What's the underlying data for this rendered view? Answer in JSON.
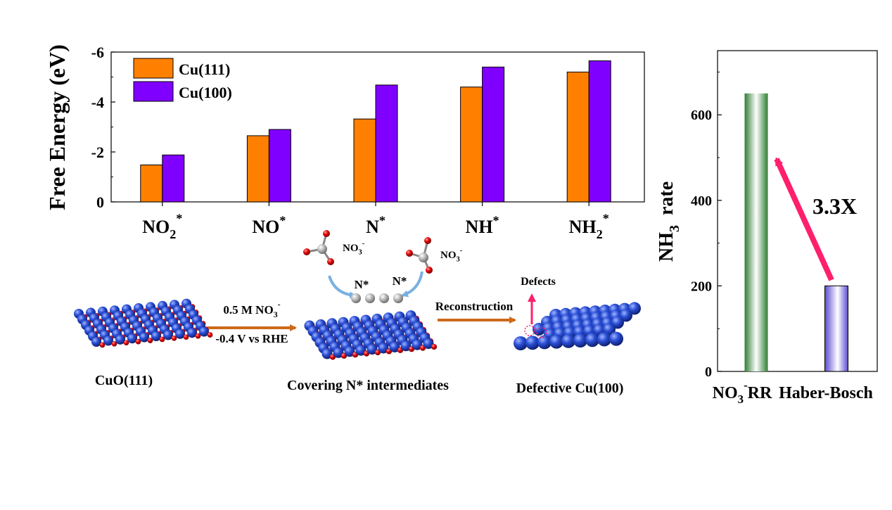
{
  "chart_data": [
    {
      "type": "bar",
      "title": "",
      "ylabel": "Free Energy (eV)",
      "xlabel": "",
      "categories": [
        {
          "base": "NO",
          "sub": "2",
          "sup": "*"
        },
        {
          "base": "NO",
          "sub": "",
          "sup": "*"
        },
        {
          "base": "N",
          "sub": "",
          "sup": "*"
        },
        {
          "base": "NH",
          "sub": "",
          "sup": "*"
        },
        {
          "base": "NH",
          "sub": "2",
          "sup": "*"
        }
      ],
      "series": [
        {
          "name": "Cu(111)",
          "color": "#ff8000",
          "values": [
            -1.48,
            -2.65,
            -3.32,
            -4.6,
            -5.2
          ]
        },
        {
          "name": "Cu(100)",
          "color": "#8000ff",
          "values": [
            -1.88,
            -2.9,
            -4.68,
            -5.4,
            -5.65
          ]
        }
      ],
      "ylim": [
        0,
        -6
      ],
      "yticks": [
        0,
        -2,
        -4,
        -6
      ],
      "ytick_labels": [
        "0",
        "-2",
        "-4",
        "-6"
      ],
      "inverted_y": true,
      "legend": "top-left",
      "grid": false
    },
    {
      "type": "bar",
      "title": "",
      "ylabel": {
        "base": "NH",
        "sub": "3",
        "rest": " rate"
      },
      "xlabel": "",
      "categories": [
        {
          "base": "NO",
          "sub": "3",
          "sup": "-",
          "rest": "RR"
        },
        {
          "base": "Haber-Bosch",
          "sub": "",
          "sup": "",
          "rest": ""
        }
      ],
      "values": [
        650,
        200
      ],
      "colors": [
        "#2e7d32",
        "#6a5acd"
      ],
      "ylim": [
        0,
        750
      ],
      "yticks": [
        0,
        200,
        400,
        600
      ],
      "annotation": {
        "text": "3.3X",
        "color": "#ff0000",
        "arrow_color": "#ff1f6d"
      },
      "legend": "none",
      "grid": false
    }
  ],
  "diagram": {
    "stage1_label": "CuO(111)",
    "arrow1_top": {
      "base": "0.5 M NO",
      "sub": "3",
      "sup": "-"
    },
    "arrow1_bottom": "-0.4 V vs RHE",
    "nitrate_label": {
      "base": "NO",
      "sub": "3",
      "sup": "-"
    },
    "n_star_label": "N*",
    "stage2_label": "Covering N* intermediates",
    "arrow2_label": "Reconstruction",
    "defects_label": "Defects",
    "defects_color": "#ff1f6d",
    "stage3_label": "Defective Cu(100)",
    "arrow_color": "#cc6a1a",
    "cu_color": "#2a4fd6",
    "o_color": "#e00000",
    "n_color": "#b8b8b8",
    "bent_arrow_color": "#7ab0e0"
  }
}
